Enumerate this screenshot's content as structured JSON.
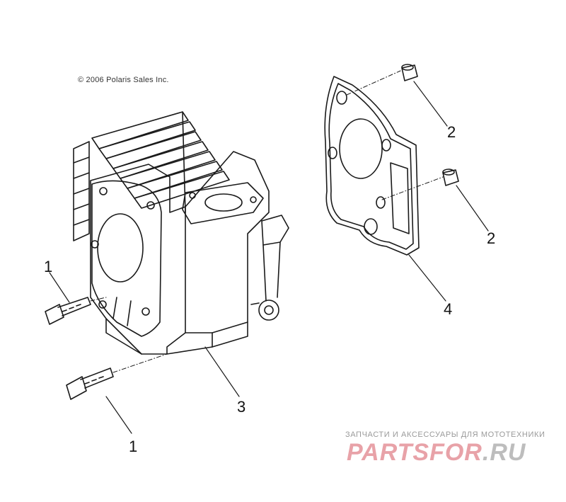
{
  "copyright": "© 2006 Polaris Sales Inc.",
  "callouts": {
    "bolt_upper": "1",
    "bolt_lower": "1",
    "dowel_upper": "2",
    "dowel_lower": "2",
    "cylinder": "3",
    "gasket": "4"
  },
  "watermark": {
    "tagline": "ЗАПЧАСТИ И АКСЕССУАРЫ ДЛЯ МОТОТЕХНИКИ",
    "logo_main": "PARTSFOR",
    "logo_domain": ".RU"
  },
  "colors": {
    "line": "#1a1a1a",
    "watermark_red": "#e8a2a8",
    "watermark_gray": "#bdbdbd"
  }
}
